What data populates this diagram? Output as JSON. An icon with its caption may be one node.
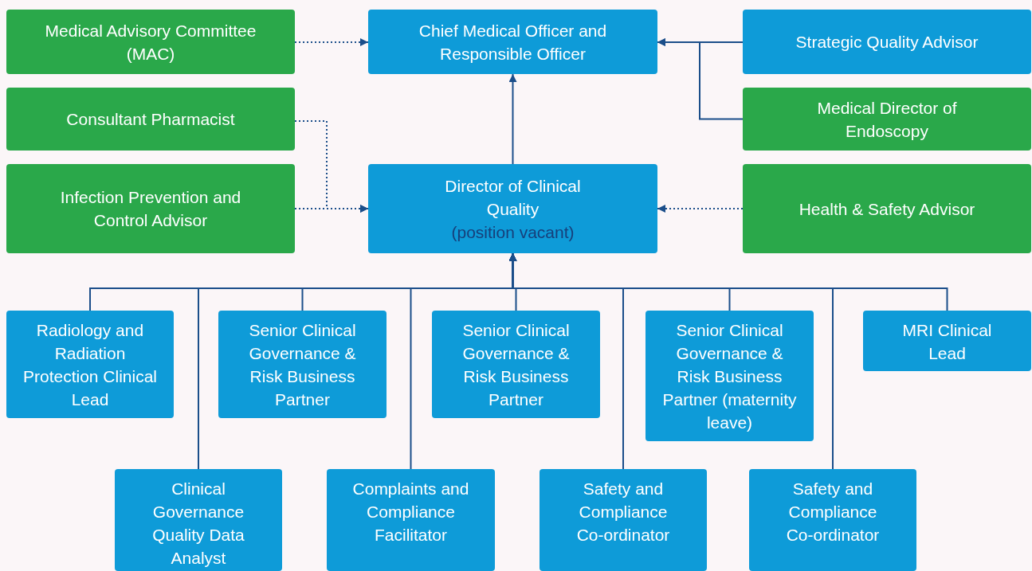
{
  "diagram": {
    "nodes": [
      {
        "text": [
          "Medical Advisory Committee (MAC)"
        ]
      },
      {
        "text": [
          "Chief Medical Officer and Responsible Officer"
        ]
      },
      {
        "text": [
          "Strategic Quality Advisor"
        ]
      },
      {
        "text": [
          "Consultant Pharmacist"
        ]
      },
      {
        "text": [
          "Medical Director of Endoscopy"
        ]
      },
      {
        "text": [
          "Infection Prevention and Control Advisor"
        ]
      },
      {
        "text": [
          "Director of Clinical Quality",
          "(position vacant)"
        ]
      },
      {
        "text": [
          "Health & Safety Advisor"
        ]
      },
      {
        "text": [
          "Radiology and Radiation Protection Clinical Lead"
        ]
      },
      {
        "text": [
          "Senior Clinical Governance & Risk Business Partner"
        ]
      },
      {
        "text": [
          "Senior Clinical Governance & Risk Business Partner"
        ]
      },
      {
        "text": [
          "Senior Clinical Governance & Risk Business Partner (maternity leave)"
        ]
      },
      {
        "text": [
          "MRI Clinical Lead"
        ]
      },
      {
        "text": [
          "Clinical Governance Quality Data Analyst"
        ]
      },
      {
        "text": [
          "Complaints and Compliance Facilitator"
        ]
      },
      {
        "text": [
          "Safety and Compliance Co-ordinator"
        ]
      },
      {
        "text": [
          "Safety and Compliance Co-ordinator"
        ]
      }
    ],
    "edges": [
      {
        "from": 0,
        "to": 1,
        "arrow": "to",
        "style": "dashed"
      },
      {
        "from": 2,
        "to": 1,
        "arrow": "to"
      },
      {
        "from": 4,
        "to": 1,
        "arrow": "to"
      },
      {
        "from": 6,
        "to": 1,
        "arrow": "to"
      },
      {
        "from": 3,
        "to": 6,
        "arrow": "to",
        "style": "dashed"
      },
      {
        "from": 5,
        "to": 6,
        "arrow": "to",
        "style": "dashed"
      },
      {
        "from": 7,
        "to": 6,
        "arrow": "to",
        "style": "dashed"
      },
      {
        "from": 8,
        "to": 6,
        "arrow": "to"
      },
      {
        "from": 9,
        "to": 6,
        "arrow": "to"
      },
      {
        "from": 10,
        "to": 6,
        "arrow": "to"
      },
      {
        "from": 11,
        "to": 6,
        "arrow": "to"
      },
      {
        "from": 12,
        "to": 6,
        "arrow": "to"
      },
      {
        "from": 13,
        "to": 6,
        "arrow": "to"
      },
      {
        "from": 14,
        "to": 6,
        "arrow": "to"
      },
      {
        "from": 15,
        "to": 6,
        "arrow": "to"
      },
      {
        "from": 16,
        "to": 6,
        "arrow": "to"
      }
    ]
  }
}
